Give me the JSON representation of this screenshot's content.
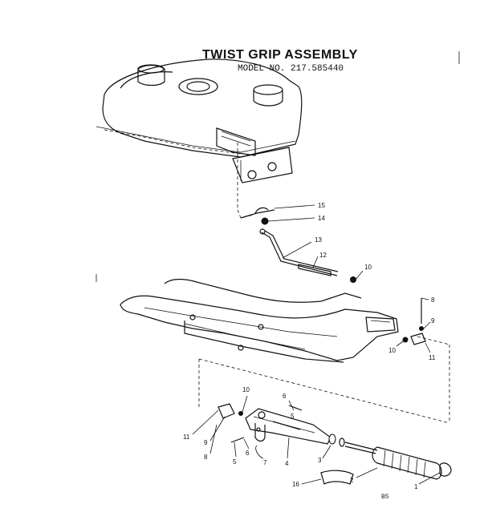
{
  "header": {
    "title": "TWIST GRIP ASSEMBLY",
    "model": "MODEL NO. 217.585440"
  },
  "footer": {
    "page": "B5"
  },
  "callouts": [
    {
      "id": "15",
      "label": "15"
    },
    {
      "id": "14",
      "label": "14"
    },
    {
      "id": "13",
      "label": "13"
    },
    {
      "id": "12",
      "label": "12"
    },
    {
      "id": "10a",
      "label": "10"
    },
    {
      "id": "8a",
      "label": "8"
    },
    {
      "id": "9a",
      "label": "9"
    },
    {
      "id": "10b",
      "label": "10"
    },
    {
      "id": "11a",
      "label": "11"
    },
    {
      "id": "10c",
      "label": "10"
    },
    {
      "id": "6a",
      "label": "6"
    },
    {
      "id": "5a",
      "label": "5"
    },
    {
      "id": "11b",
      "label": "11"
    },
    {
      "id": "9b",
      "label": "9"
    },
    {
      "id": "8b",
      "label": "8"
    },
    {
      "id": "5b",
      "label": "5"
    },
    {
      "id": "6b",
      "label": "6"
    },
    {
      "id": "7",
      "label": "7"
    },
    {
      "id": "4",
      "label": "4"
    },
    {
      "id": "3",
      "label": "3"
    },
    {
      "id": "2",
      "label": "2"
    },
    {
      "id": "1",
      "label": "1"
    },
    {
      "id": "16",
      "label": "16"
    }
  ]
}
